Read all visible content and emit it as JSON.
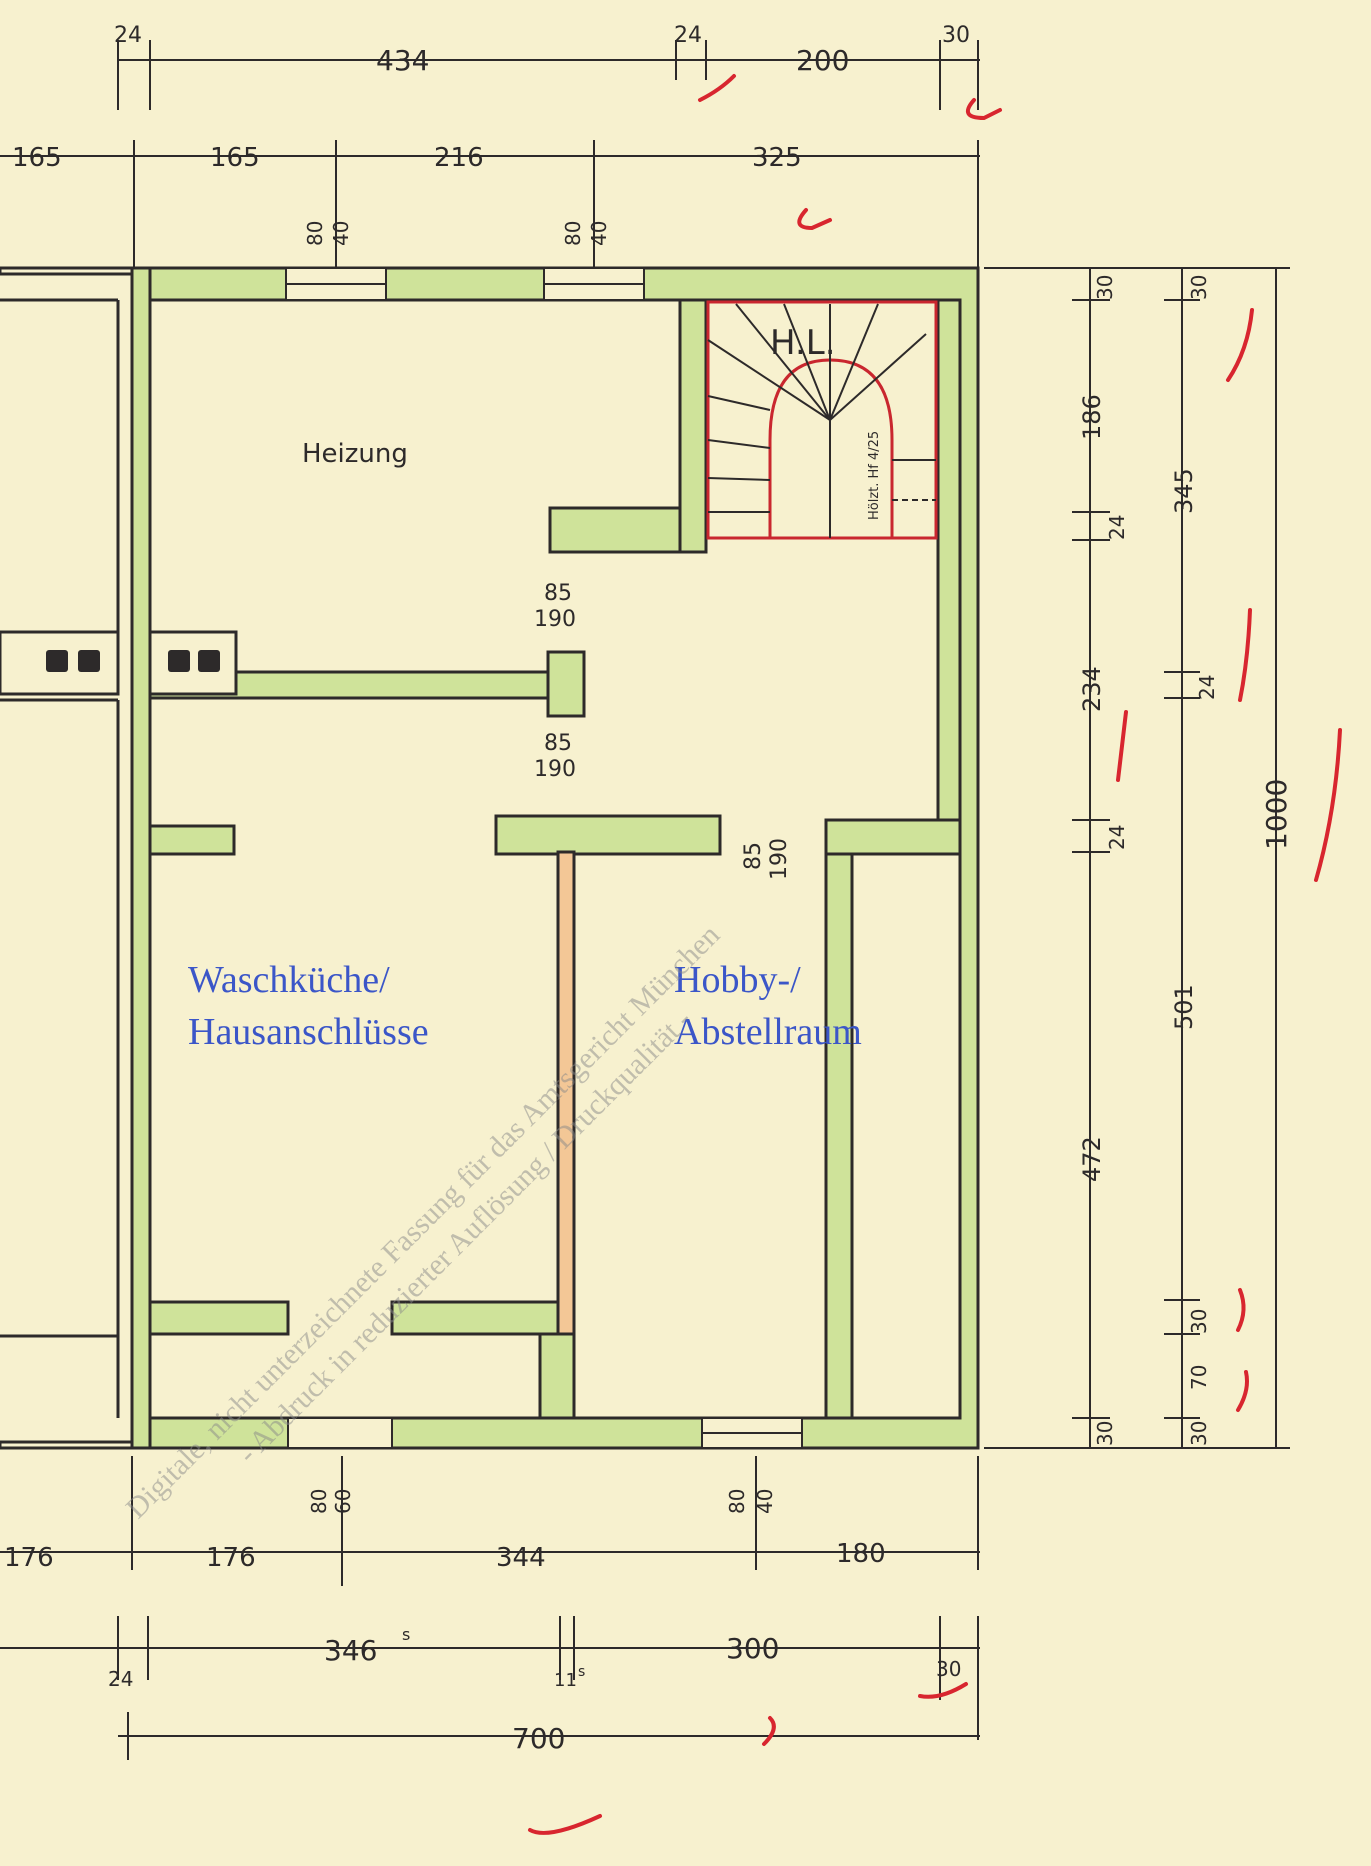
{
  "colors": {
    "paper": "#f7f1cf",
    "wall_fill": "#cfe39a",
    "line": "#2d2a2a",
    "red_check": "#d8262f",
    "room_label_blue": "#3b56c8",
    "stair_red": "#c9272f"
  },
  "rooms": {
    "heizung": "Heizung",
    "waschkueche_line1": "Waschküche/",
    "waschkueche_line2": "Hausanschlüsse",
    "hobby_line1": "Hobby-/",
    "hobby_line2": "Abstellraum",
    "stair_mark": "H.L."
  },
  "stair_note": "Hölzt. Hf 4/25",
  "openings": {
    "top_window_1": [
      "80",
      "40"
    ],
    "top_window_2": [
      "80",
      "40"
    ],
    "bottom_window_1": [
      "80",
      "60"
    ],
    "bottom_window_2": [
      "80",
      "40"
    ],
    "door_1": [
      "85",
      "190"
    ],
    "door_2": [
      "85",
      "190"
    ],
    "door_3": [
      "85",
      "190"
    ]
  },
  "dims_top_row1": {
    "a": "24",
    "b": "434",
    "c": "24",
    "d": "200",
    "e": "30"
  },
  "dims_top_row2": {
    "a": "165",
    "b": "165",
    "c": "216",
    "d": "325"
  },
  "dims_right_inner": {
    "a": "30",
    "b": "186",
    "c": "24",
    "d": "234",
    "e": "24",
    "f": "472",
    "g": "30"
  },
  "dims_right_mid": {
    "a": "30",
    "b": "345",
    "c": "24",
    "d": "501",
    "e": "30",
    "f": "70",
    "g": "30"
  },
  "dims_right_outer": {
    "a": "1000"
  },
  "dims_bottom_row1": {
    "a": "176",
    "b": "176",
    "c": "344",
    "d": "180"
  },
  "dims_bottom_row2": {
    "a": "24",
    "b": "346",
    "b_sup": "s",
    "c": "11",
    "c_sup": "s",
    "d": "300",
    "e": "30"
  },
  "dims_bottom_row3": {
    "a": "700"
  },
  "watermark": {
    "line1": "Digitale, nicht unterzeichnete Fassung für das Amtsgericht München",
    "line2": "- Abdruck in reduzierter Auflösung / Druckqualität -"
  }
}
